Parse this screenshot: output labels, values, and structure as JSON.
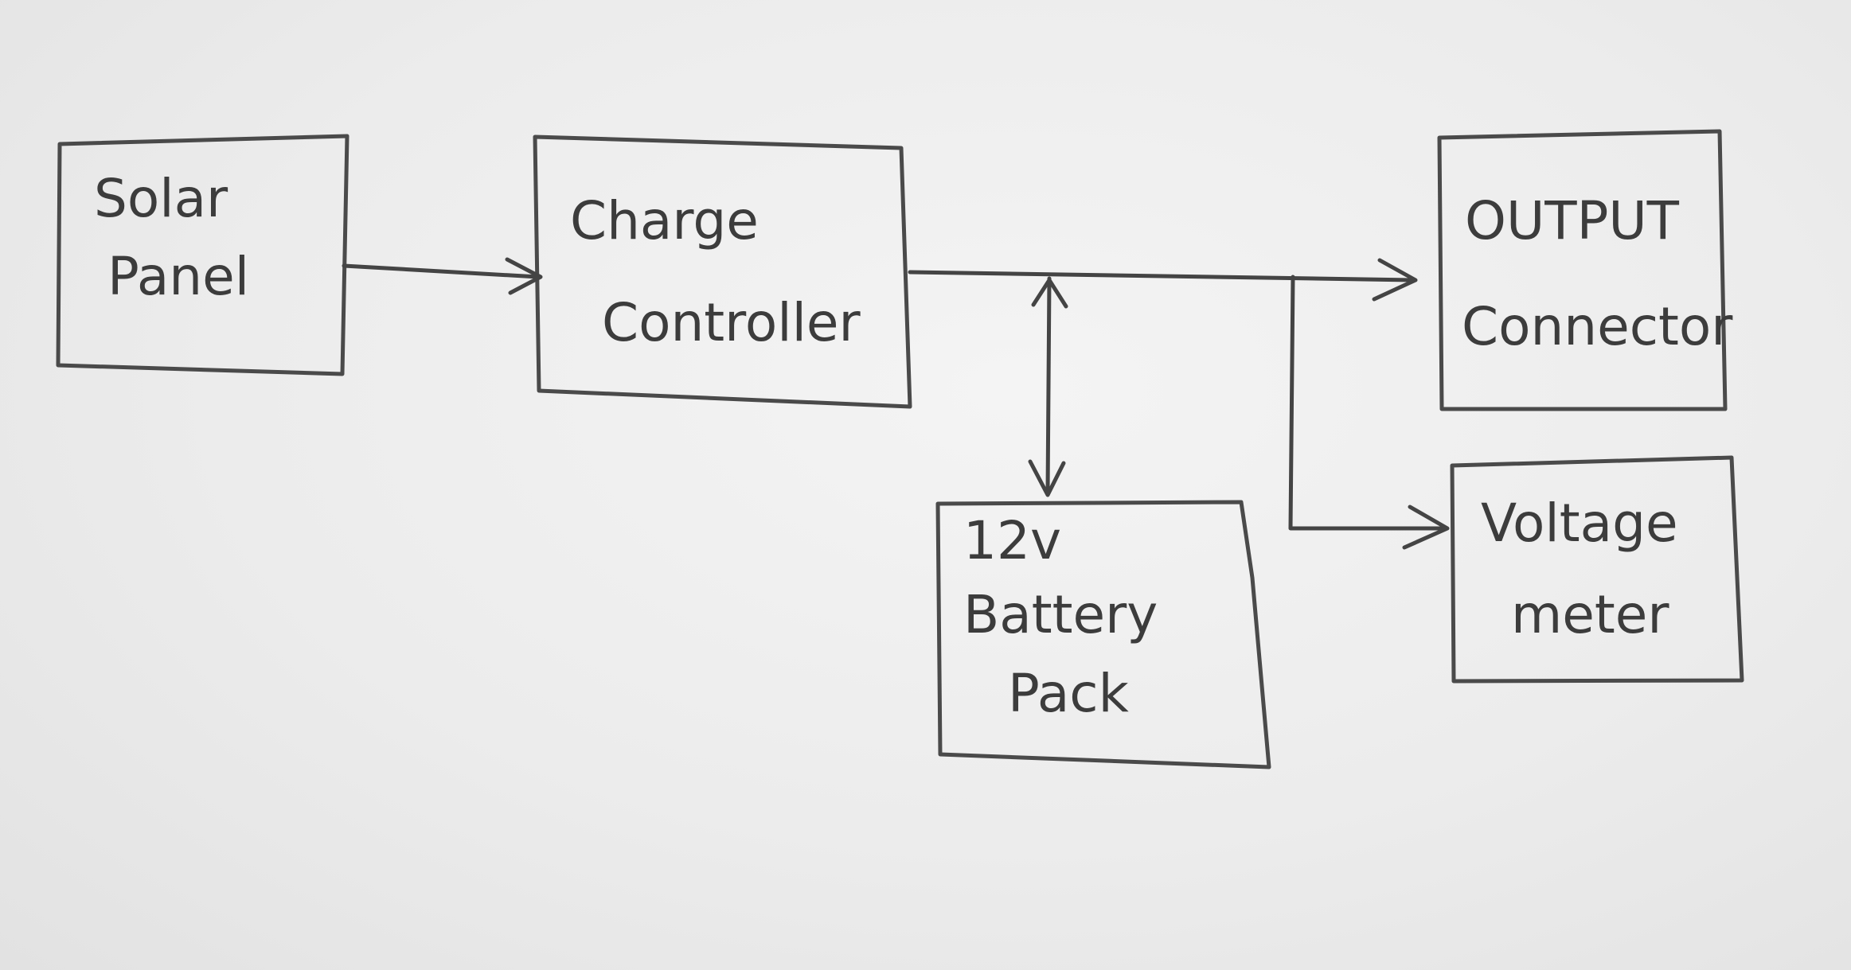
{
  "blocks": {
    "solar_panel": {
      "line1": "Solar",
      "line2": "Panel"
    },
    "charge_controller": {
      "line1": "Charge",
      "line2": "Controller"
    },
    "output_connector": {
      "line1": "OUTPUT",
      "line2": "Connector"
    },
    "battery_pack": {
      "line1": "12v",
      "line2": "Battery",
      "line3": "Pack"
    },
    "voltage_meter": {
      "line1": "Voltage",
      "line2": "meter"
    }
  },
  "connections": [
    {
      "from": "Solar Panel",
      "to": "Charge Controller",
      "direction": "one-way"
    },
    {
      "from": "Charge Controller",
      "to": "OUTPUT Connector",
      "direction": "one-way"
    },
    {
      "from": "Charge Controller",
      "to": "12v Battery Pack",
      "direction": "two-way"
    },
    {
      "from": "Charge Controller",
      "to": "Voltage meter",
      "direction": "one-way"
    }
  ],
  "colors": {
    "ink": "#444444",
    "paper": "#ececec"
  }
}
